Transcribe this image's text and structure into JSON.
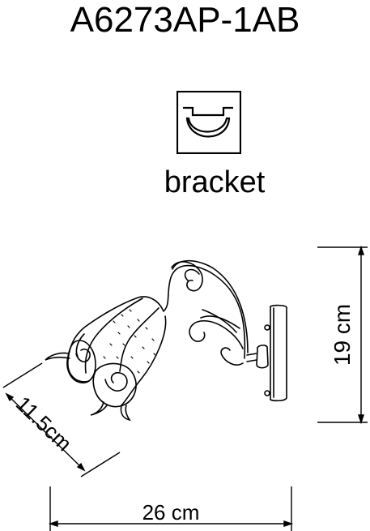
{
  "header": {
    "model": "A6273AP-1AB"
  },
  "mount": {
    "icon": "bracket-mount-icon",
    "label": "bracket"
  },
  "dimensions": {
    "height": "19 cm",
    "width": "26 cm",
    "depth": "11.5cm"
  }
}
